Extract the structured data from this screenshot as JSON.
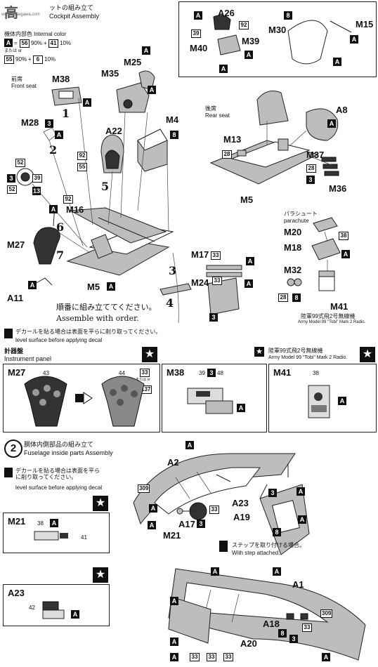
{
  "watermark": {
    "line1": "高",
    "line2": "www.hasegawa.com"
  },
  "step1": {
    "title_jp": "ットの組み立て",
    "title_en": "Cockpit Assembly"
  },
  "color_legend": {
    "title_jp": "機体内部色",
    "title_en": "Internal color",
    "row1_code": "A",
    "row1_mix": "=",
    "row1_a": "56",
    "row1_a_pct": "90%",
    "row1_plus": "+",
    "row1_b": "41",
    "row1_b_pct": "10%",
    "row2_or": "または or",
    "row2_a": "55",
    "row2_a_pct": "90%",
    "row2_plus": "+",
    "row2_b": "6",
    "row2_b_pct": "10%"
  },
  "seats": {
    "front_jp": "前席",
    "front_en": "Front seat",
    "rear_jp": "後席",
    "rear_en": "Rear seat"
  },
  "parts": {
    "M38": "M38",
    "M35": "M35",
    "M25": "M25",
    "M28": "M28",
    "A22": "A22",
    "M4": "M4",
    "M16": "M16",
    "M27": "M27",
    "M5": "M5",
    "A11": "A11",
    "M17": "M17",
    "M24": "M24",
    "A26": "A26",
    "M30": "M30",
    "M15": "M15",
    "M39": "M39",
    "M40": "M40",
    "A8": "A8",
    "M13": "M13",
    "M37": "M37",
    "M36": "M36",
    "M5b": "M5",
    "M20": "M20",
    "M18": "M18",
    "M32": "M32",
    "M41": "M41"
  },
  "color_codes": {
    "A": "A",
    "c3": "3",
    "c8": "8",
    "c92": "92",
    "c39": "39",
    "c52": "52",
    "c13": "13",
    "c55": "55",
    "c33": "33",
    "c28": "28",
    "c38": "38",
    "c309": "309"
  },
  "steps": {
    "n1": "1",
    "n2": "2",
    "n3": "3",
    "n4": "4",
    "n5": "5",
    "n6": "6",
    "n7": "7"
  },
  "parachute": {
    "jp": "パラシュート",
    "en": "parachute"
  },
  "radio": {
    "jp": "陸軍99式飛2号無線機",
    "en": "Army Model 99 \"Tobi\" Mark 2 Radio."
  },
  "order_note": {
    "jp": "順番に組み立ててください。",
    "en": "Assemble with order."
  },
  "decal_note": {
    "jp": "デカールを貼る場合は表面を平らに削り取ってください。",
    "en": "level surface before applying decal"
  },
  "instrument": {
    "jp": "計器盤",
    "en": "Instrument panel"
  },
  "panels": {
    "m27": {
      "title": "M27",
      "d1": "43",
      "d2": "44",
      "d3": "33",
      "d3_or": "または or",
      "d4": "137"
    },
    "m38": {
      "title": "M38",
      "d1": "39",
      "d2": "3",
      "d3": "48",
      "code": "A"
    },
    "m41": {
      "title": "M41",
      "d1": "38",
      "code": "A",
      "radio_jp": "陸軍99式飛2号無線機",
      "radio_en": "Army Model 99 \"Tobi\" Mark 2 Radio."
    },
    "m21": {
      "title": "M21",
      "d1": "38",
      "code": "A",
      "d2": "41"
    },
    "a23": {
      "title": "A23",
      "d1": "42",
      "code": "A"
    }
  },
  "step2": {
    "number": "2",
    "title_jp": "胴体内側部品の組み立て",
    "title_en": "Fuselage inside parts Assembly"
  },
  "fuselage_parts": {
    "A2": "A2",
    "A23": "A23",
    "A19": "A19",
    "A17": "A17",
    "M21": "M21",
    "A1": "A1",
    "A18": "A18",
    "A20": "A20"
  },
  "step_note": {
    "jp": "ステップを取り付ける場合。",
    "en": "With step attached."
  }
}
